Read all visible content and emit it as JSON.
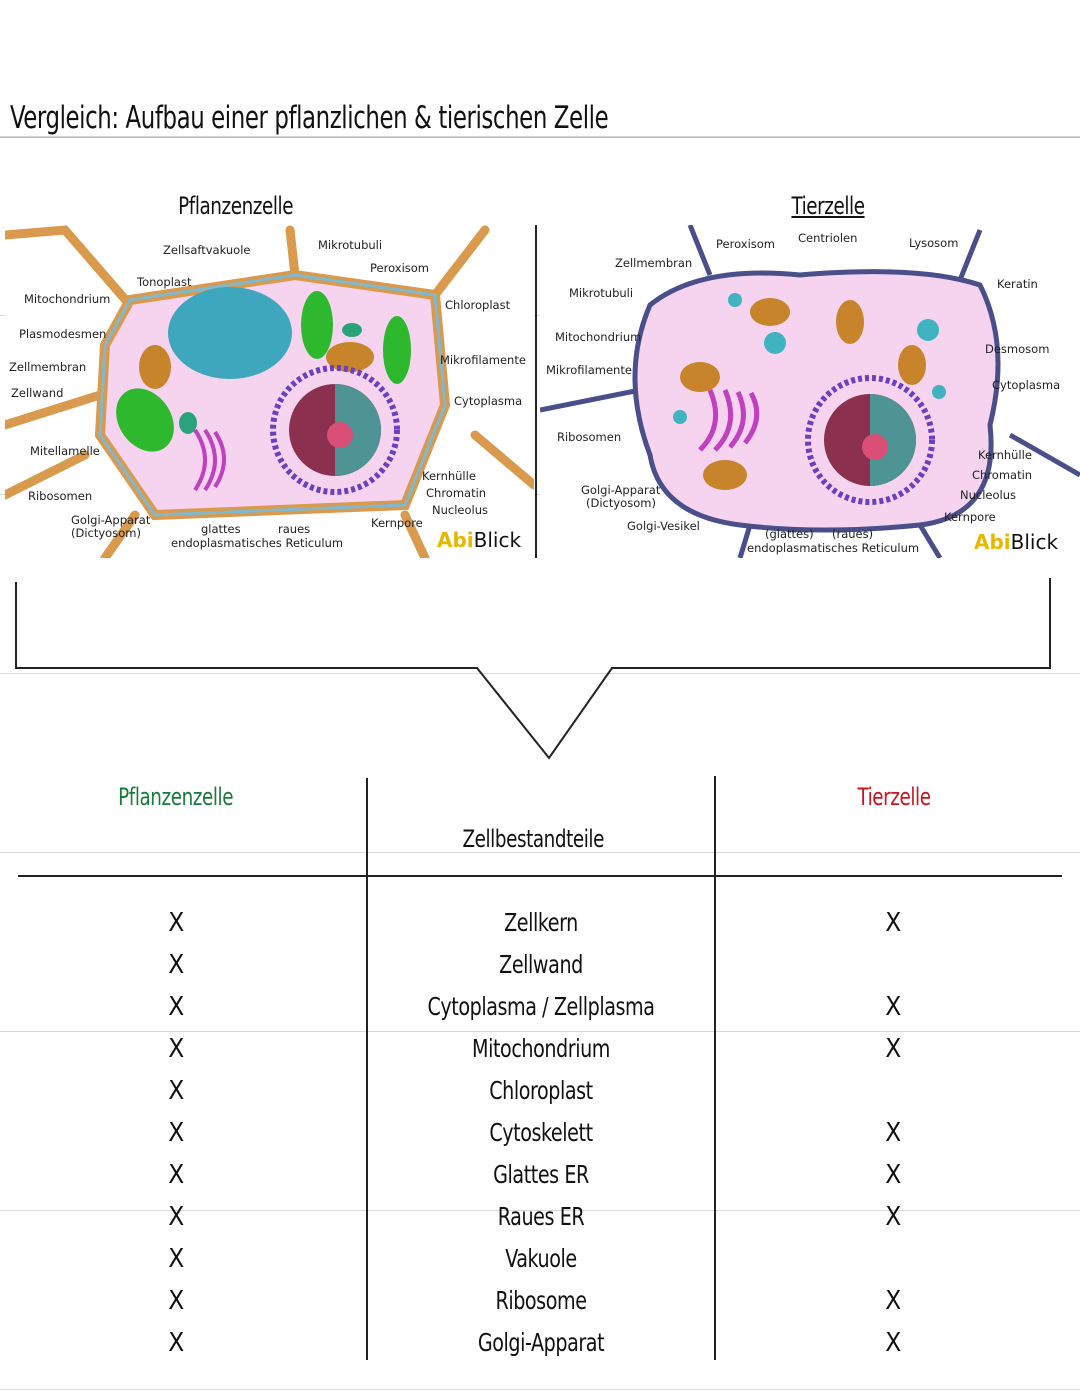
{
  "title": "Vergleich: Aufbau einer pflanzlichen & tierischen Zelle",
  "plant_diagram": {
    "heading": "Pflanzenzelle",
    "labels": [
      "Zellsaftvakuole",
      "Mikrotubuli",
      "Peroxisom",
      "Tonoplast",
      "Chloroplast",
      "Mitochondrium",
      "Plasmodesmen",
      "Mikrofilamente",
      "Zellmembran",
      "Zellwand",
      "Cytoplasma",
      "Mitellamelle",
      "Kernhülle",
      "Chromatin",
      "Ribosomen",
      "Nucleolus",
      "Golgi-Apparat",
      "(Dictyosom)",
      "glattes",
      "raues",
      "endoplasmatisches Reticulum",
      "Kernpore"
    ],
    "logo_a": "Abi",
    "logo_b": "Blick"
  },
  "animal_diagram": {
    "heading": "Tierzelle",
    "labels": [
      "Peroxisom",
      "Centriolen",
      "Lysosom",
      "Zellmembran",
      "Keratin",
      "Mikrotubuli",
      "Mitochondrium",
      "Desmosom",
      "Mikrofilamente",
      "Cytoplasma",
      "Ribosomen",
      "Kernhülle",
      "Chromatin",
      "Golgi-Apparat",
      "(Dictyosom)",
      "Nucleolus",
      "Kernpore",
      "Golgi-Vesikel",
      "(glattes)",
      "(raues)",
      "endoplasmatisches Reticulum"
    ],
    "logo_a": "Abi",
    "logo_b": "Blick"
  },
  "table": {
    "col_plant": "Pflanzenzelle",
    "col_parts": "Zellbestandteile",
    "col_animal": "Tierzelle",
    "colors": {
      "plant": "#1a7a3c",
      "animal": "#c8141e"
    },
    "rows": [
      {
        "part": "Zellkern",
        "plant": "X",
        "animal": "X"
      },
      {
        "part": "Zellwand",
        "plant": "X",
        "animal": ""
      },
      {
        "part": "Cytoplasma / Zellplasma",
        "plant": "X",
        "animal": "X"
      },
      {
        "part": "Mitochondrium",
        "plant": "X",
        "animal": "X"
      },
      {
        "part": "Chloroplast",
        "plant": "X",
        "animal": ""
      },
      {
        "part": "Cytoskelett",
        "plant": "X",
        "animal": "X"
      },
      {
        "part": "Glattes ER",
        "plant": "X",
        "animal": "X"
      },
      {
        "part": "Raues ER",
        "plant": "X",
        "animal": "X"
      },
      {
        "part": "Vakuole",
        "plant": "X",
        "animal": ""
      },
      {
        "part": "Ribosome",
        "plant": "X",
        "animal": "X"
      },
      {
        "part": "Golgi-Apparat",
        "plant": "X",
        "animal": "X"
      }
    ]
  }
}
